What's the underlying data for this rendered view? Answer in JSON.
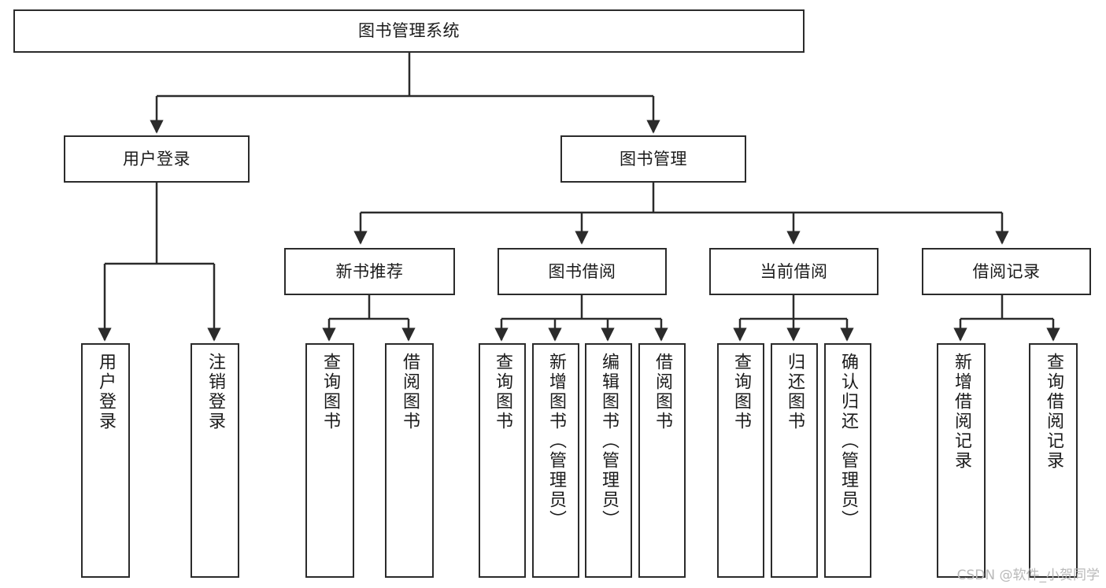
{
  "diagram": {
    "title": "图书管理系统",
    "watermark": "CSDN @软件_小贺同学",
    "stroke_color": "#2b2b2b",
    "background_color": "#ffffff",
    "text_color": "#1b1b1b",
    "watermark_color": "#b9b9b9"
  },
  "nodes": {
    "root": {
      "label": "图书管理系统"
    },
    "level2": [
      {
        "label": "用户登录"
      },
      {
        "label": "图书管理"
      }
    ],
    "level3": [
      {
        "label": "新书推荐"
      },
      {
        "label": "图书借阅"
      },
      {
        "label": "当前借阅"
      },
      {
        "label": "借阅记录"
      }
    ],
    "leaves": {
      "user_login": [
        {
          "label": "用户登录"
        },
        {
          "label": "注销登录"
        }
      ],
      "new_book": [
        {
          "label": "查询图书"
        },
        {
          "label": "借阅图书"
        }
      ],
      "book_borrow": [
        {
          "label": "查询图书"
        },
        {
          "label": "新增图书（管理员）"
        },
        {
          "label": "编辑图书（管理员）"
        },
        {
          "label": "借阅图书"
        }
      ],
      "current_borrow": [
        {
          "label": "查询图书"
        },
        {
          "label": "归还图书"
        },
        {
          "label": "确认归还（管理员）"
        }
      ],
      "borrow_record": [
        {
          "label": "新增借阅记录"
        },
        {
          "label": "查询借阅记录"
        }
      ]
    }
  }
}
